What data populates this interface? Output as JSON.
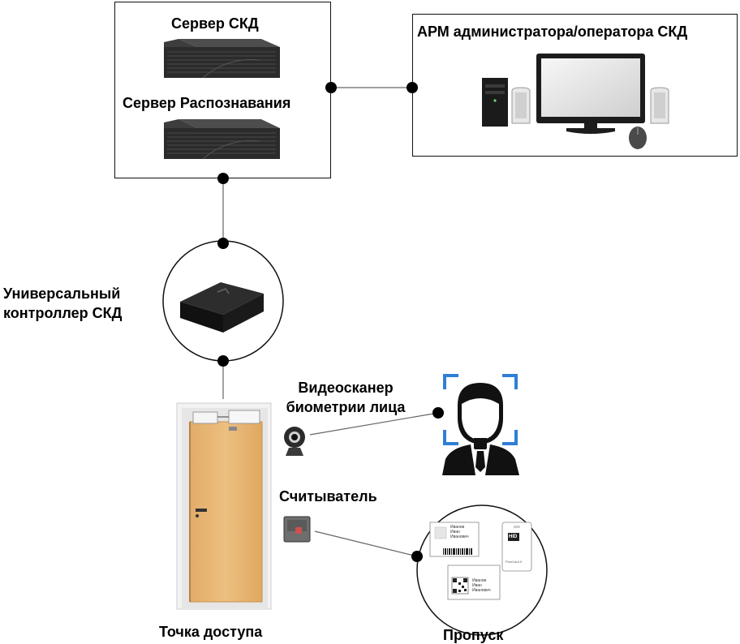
{
  "labels": {
    "server_skd": "Сервер СКД",
    "server_recognition": "Сервер Распознавания",
    "arm": "АРМ администратора/оператора СКД",
    "controller_line1": "Универсальный",
    "controller_line2": "контроллер СКД",
    "videoscanner_line1": "Видеосканер",
    "videoscanner_line2": "биометрии лица",
    "reader": "Считыватель",
    "access_point": "Точка доступа",
    "pass": "Пропуск"
  },
  "cards": {
    "card1_line1": "Иванов",
    "card1_line2": "Иван",
    "card1_line3": "Иванович",
    "card2_line1": "Иванов",
    "card2_line2": "Иван",
    "card2_line3": "Иванович",
    "hid_logo": "HID",
    "proxcard": "ProxCard II"
  },
  "colors": {
    "line": "#555555",
    "node": "#000000",
    "door_wood": "#e8b676",
    "door_frame": "#f0f0f0",
    "face_bracket": "#2f7fd6",
    "server_body": "#2a2a2a"
  },
  "icons": {
    "server": "server-icon",
    "workstation": "desktop-computer-icon",
    "controller": "controller-box-icon",
    "camera": "webcam-icon",
    "reader": "card-reader-icon",
    "face": "face-recognition-icon",
    "door": "door-icon",
    "cards": "access-card-icon"
  }
}
